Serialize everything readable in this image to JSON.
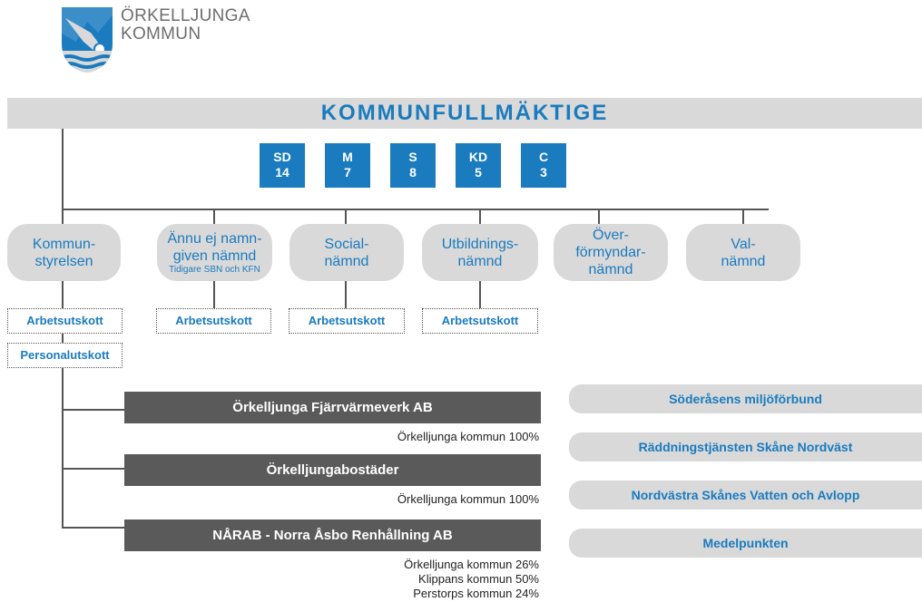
{
  "logo": {
    "line1": "ÖRKELLJUNGA",
    "line2": "KOMMUN",
    "shield_color": "#1a7bbf"
  },
  "title": "KOMMUNFULLMÄKTIGE",
  "parties": [
    {
      "name": "SD",
      "seats": "14"
    },
    {
      "name": "M",
      "seats": "7"
    },
    {
      "name": "S",
      "seats": "8"
    },
    {
      "name": "KD",
      "seats": "5"
    },
    {
      "name": "C",
      "seats": "3"
    }
  ],
  "committees": [
    {
      "line1": "Kommun-",
      "line2": "styrelsen"
    },
    {
      "line1": "Ännu ej namn-",
      "line2": "given nämnd",
      "note": "Tidigare SBN och KFN"
    },
    {
      "line1": "Social-",
      "line2": "nämnd"
    },
    {
      "line1": "Utbildnings-",
      "line2": "nämnd"
    },
    {
      "line1": "Över-",
      "line2": "förmyndar-",
      "line3": "nämnd"
    },
    {
      "line1": "Val-",
      "line2": "nämnd"
    }
  ],
  "subcommittees": {
    "ks_au": "Arbetsutskott",
    "ks_pu": "Personalutskott",
    "nn_au": "Arbetsutskott",
    "sn_au": "Arbetsutskott",
    "un_au": "Arbetsutskott"
  },
  "companies": [
    {
      "name": "Örkelljunga Fjärrvärmeverk AB",
      "owners": [
        "Örkelljunga kommun 100%"
      ]
    },
    {
      "name": "Örkelljungabostäder",
      "owners": [
        "Örkelljunga kommun 100%"
      ]
    },
    {
      "name": "NÅRAB - Norra Åsbo Renhållning AB",
      "owners": [
        "Örkelljunga kommun 26%",
        "Klippans kommun 50%",
        "Perstorps kommun 24%"
      ]
    }
  ],
  "associations": [
    "Söderåsens miljöförbund",
    "Räddningstjänsten Skåne Nordväst",
    "Nordvästra Skånes Vatten och Avlopp",
    "Medelpunkten"
  ],
  "colors": {
    "accent": "#1a7bbf",
    "pill": "#d9d9d9",
    "company": "#5a5a5a"
  }
}
